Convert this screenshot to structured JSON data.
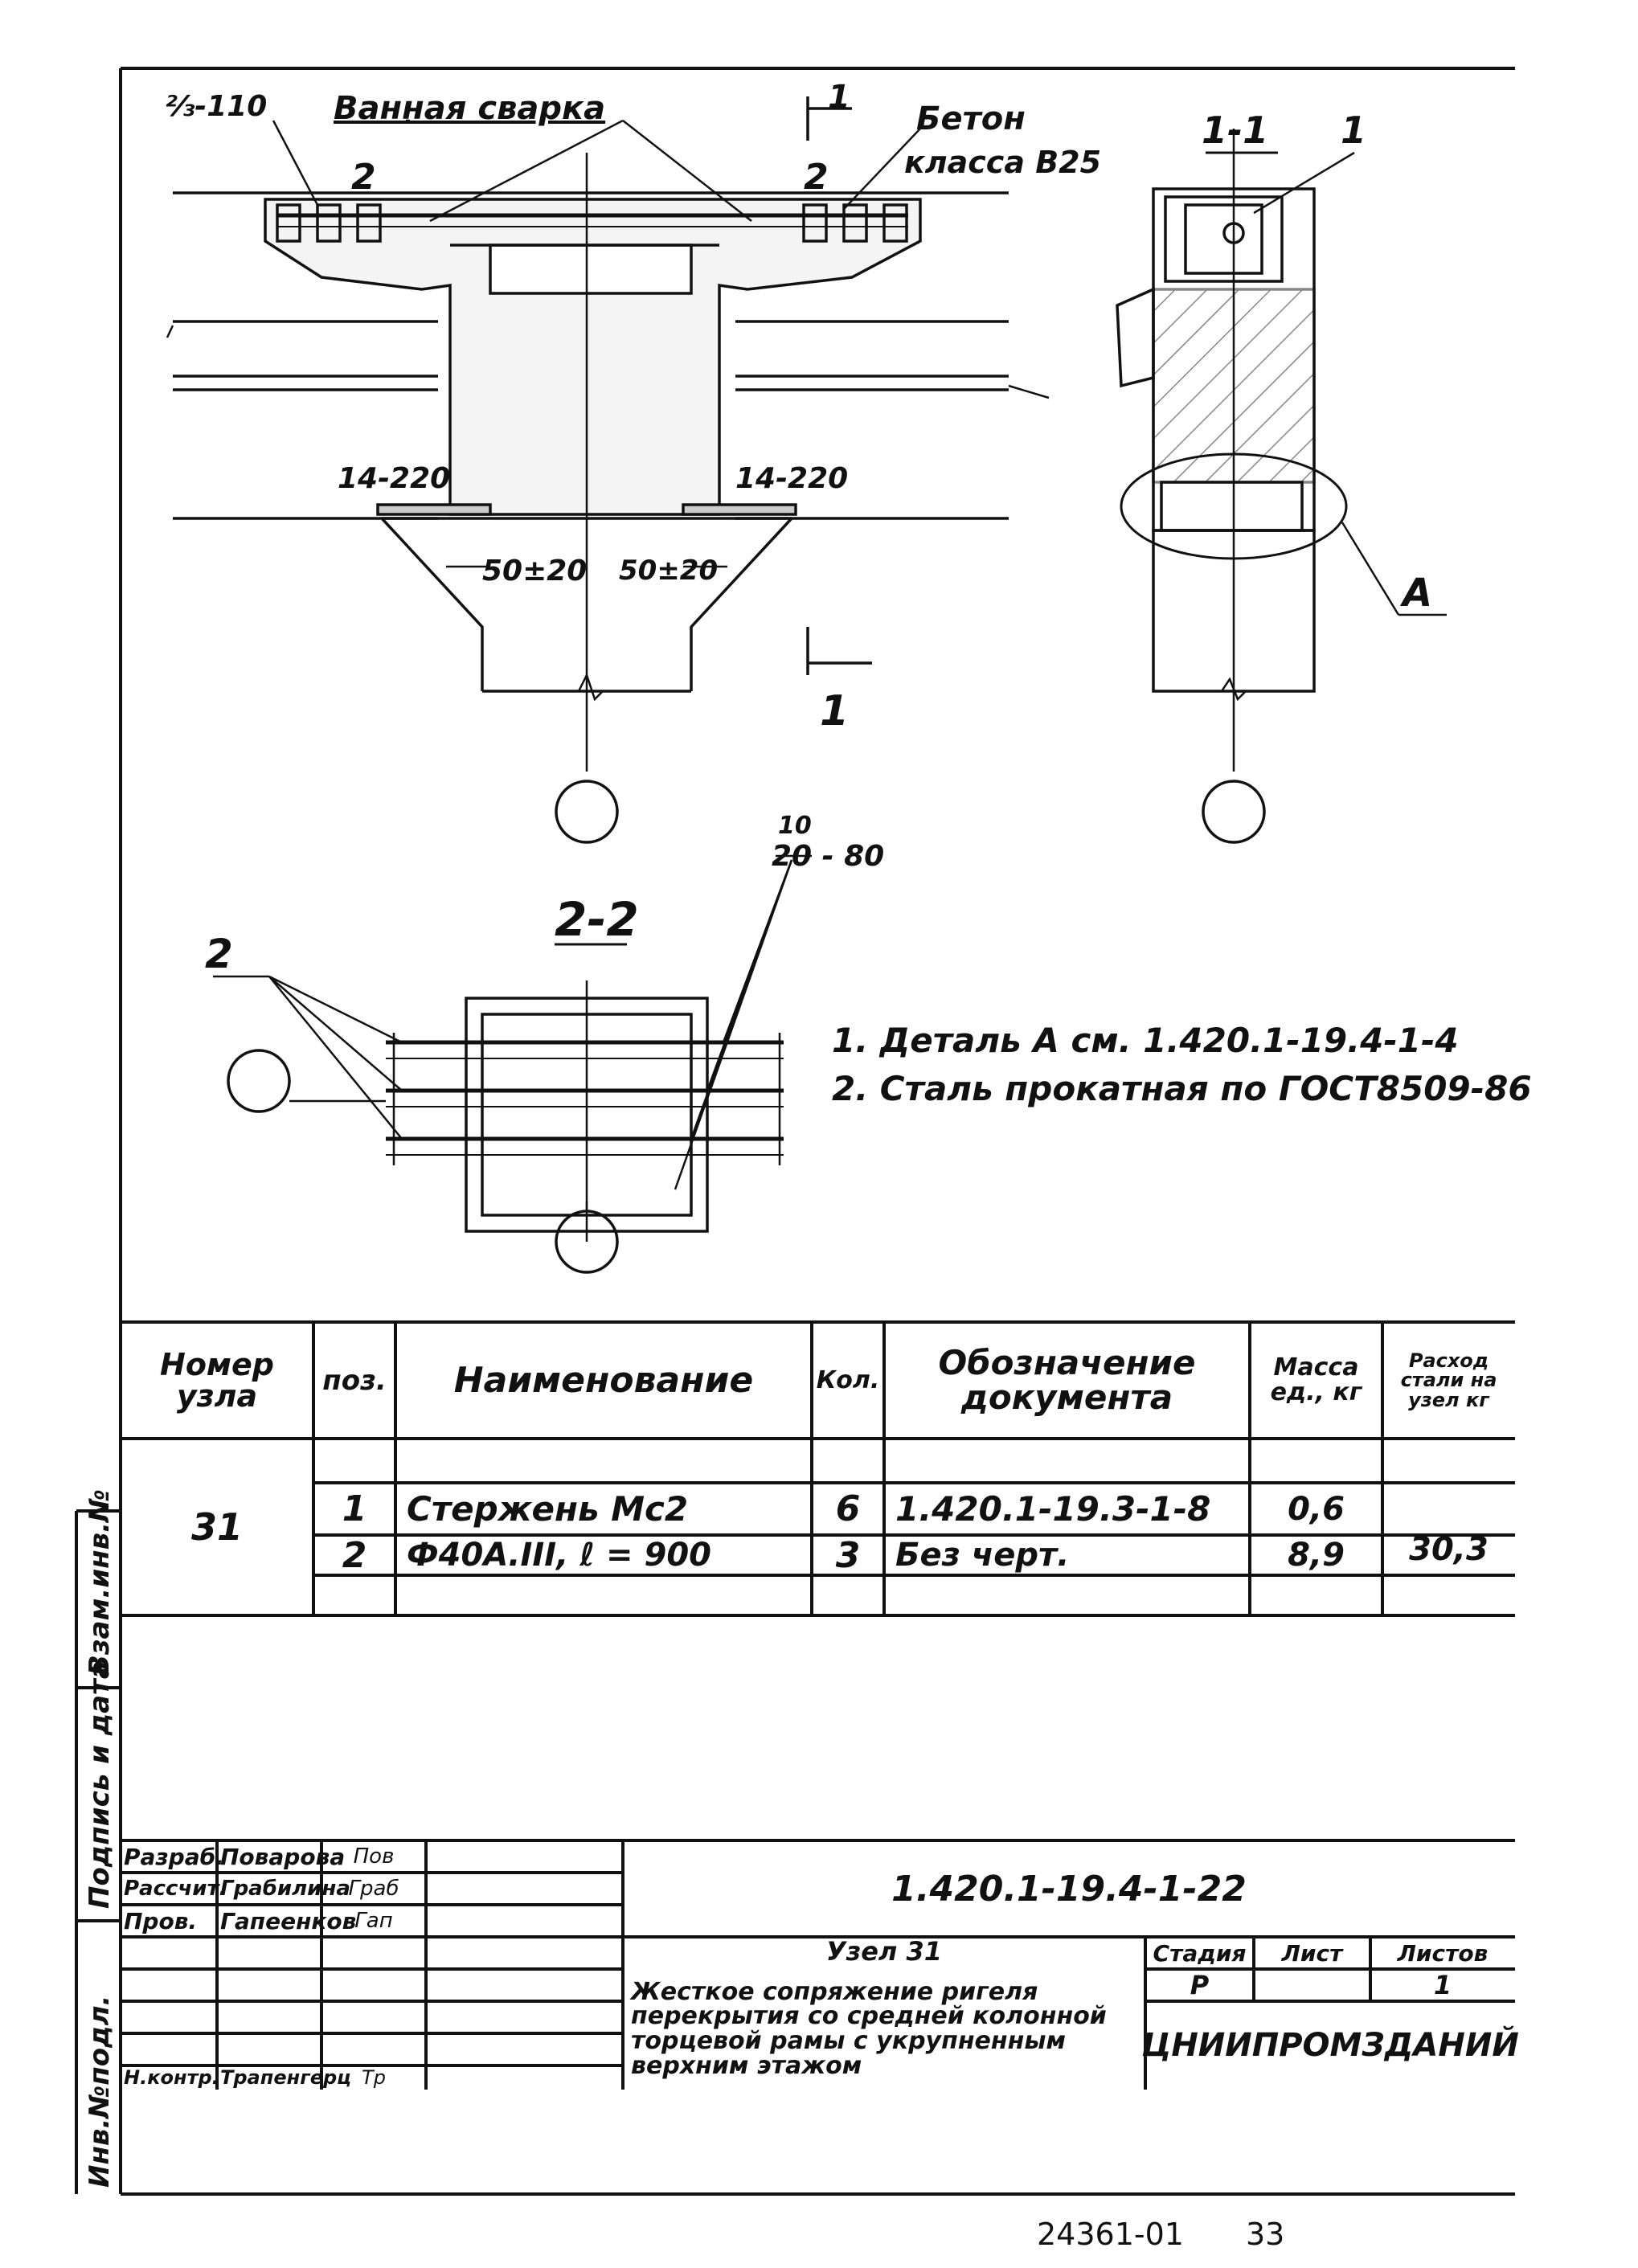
{
  "drawing": {
    "section_1_1_label": "1-1",
    "section_2_2_label": "2-2",
    "section_mark": "1",
    "weld_label": "Ванная сварка",
    "weld_size_label": "⅔-110",
    "concrete_label_line1": "Бетон",
    "concrete_label_line2": "класса В25",
    "callout_2": "2",
    "callout_1": "1",
    "plate_left_label": "14-220",
    "plate_right_label": "14-220",
    "gap_left_label": "50±20",
    "gap_right_label": "50±20",
    "detail_a_label": "А",
    "rebar_spacing_top": "10",
    "rebar_spacing_bottom": "20 - 80"
  },
  "notes": [
    "1. Деталь А см. 1.420.1-19.4-1-4",
    "2. Сталь прокатная по ГОСТ8509-86"
  ],
  "spec_table": {
    "headers": {
      "node": "Номер узла",
      "pos": "поз.",
      "name": "Наименование",
      "qty": "Кол.",
      "doc": "Обозначение документа",
      "mass": "Масса ед., кг",
      "steel": "Расход стали на узел кг"
    },
    "node_number": "31",
    "rows": [
      {
        "pos": "1",
        "name": "Стержень Мс2",
        "qty": "6",
        "doc": "1.420.1-19.3-1-8",
        "mass": "0,6"
      },
      {
        "pos": "2",
        "name": "Ф40А.III, ℓ = 900",
        "qty": "3",
        "doc": "Без черт.",
        "mass": "8,9"
      }
    ],
    "steel_total": "30,3"
  },
  "title_block": {
    "roles": [
      "Разраб.",
      "Рассчит.",
      "Пров.",
      "",
      "",
      "",
      "",
      "Н.контр."
    ],
    "names": [
      "Поварова",
      "Грабилина",
      "Гапеенков",
      "",
      "",
      "",
      "",
      "Трапенгерц"
    ],
    "signatures": [
      "Пов",
      "Граб",
      "Гап",
      "",
      "",
      "",
      "",
      "Тр"
    ],
    "doc_code": "1.420.1-19.4-1-22",
    "title_line1": "Узел 31",
    "title_body": "Жесткое сопряжение ригеля перекрытия со средней колонной торцевой рамы с укрупненным верхним этажом",
    "stage_header": "Стадия",
    "sheet_header": "Лист",
    "sheets_header": "Листов",
    "stage": "Р",
    "sheet": "",
    "sheets": "1",
    "org": "ЦНИИПРОМЗДАНИЙ"
  },
  "side_stamps": [
    "Инв.№подл.",
    "Подпись и дата",
    "Взам.инв.№"
  ],
  "footer": {
    "archive_number": "24361-01",
    "page_number": "33"
  }
}
